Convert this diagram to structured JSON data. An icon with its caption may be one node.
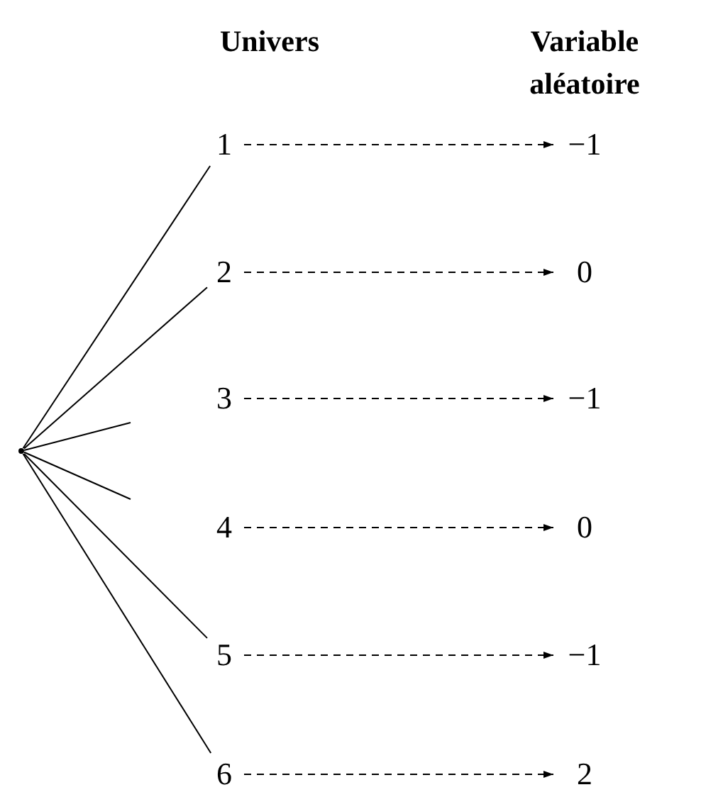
{
  "diagram": {
    "nodes": [
      {
        "text": [],
        "shape": "point"
      },
      {
        "text": [
          "1"
        ]
      },
      {
        "text": [
          "2"
        ]
      },
      {
        "text": [
          "3"
        ]
      },
      {
        "text": [
          "4"
        ]
      },
      {
        "text": [
          "5"
        ]
      },
      {
        "text": [
          "6"
        ]
      },
      {
        "text": [
          "−1"
        ]
      },
      {
        "text": [
          "0"
        ]
      },
      {
        "text": [
          "−1"
        ]
      },
      {
        "text": [
          "0"
        ]
      },
      {
        "text": [
          "−1"
        ]
      },
      {
        "text": [
          "2"
        ]
      }
    ],
    "edges": [
      {
        "from": 0,
        "to": 1,
        "arrow": "none"
      },
      {
        "from": 0,
        "to": 2,
        "arrow": "none"
      },
      {
        "from": 0,
        "to": null,
        "arrow": "none"
      },
      {
        "from": 0,
        "to": null,
        "arrow": "none"
      },
      {
        "from": 0,
        "to": 5,
        "arrow": "none"
      },
      {
        "from": 0,
        "to": 6,
        "arrow": "none"
      },
      {
        "from": 1,
        "to": 7,
        "arrow": "to",
        "style": "dashed"
      },
      {
        "from": 2,
        "to": 8,
        "arrow": "to",
        "style": "dashed"
      },
      {
        "from": 3,
        "to": 9,
        "arrow": "to",
        "style": "dashed"
      },
      {
        "from": 4,
        "to": 10,
        "arrow": "to",
        "style": "dashed"
      },
      {
        "from": 5,
        "to": 11,
        "arrow": "to",
        "style": "dashed"
      },
      {
        "from": 6,
        "to": 12,
        "arrow": "to",
        "style": "dashed"
      }
    ],
    "labels": [
      "Univers",
      "Variable aléatoire"
    ]
  }
}
